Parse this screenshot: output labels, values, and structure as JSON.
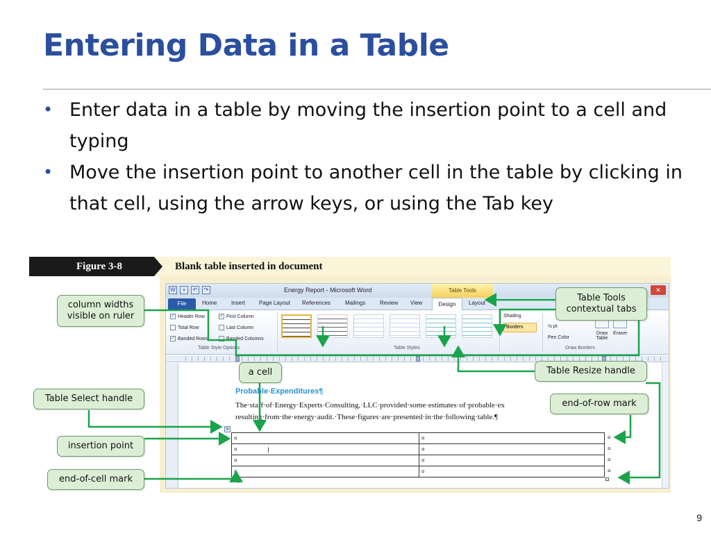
{
  "slide": {
    "title": "Entering Data in a Table",
    "bullets": [
      "Enter data in a table by moving the insertion point to a cell and typing",
      "Move the insertion point to another cell in the table by clicking in that cell, using the arrow keys, or using the Tab key"
    ],
    "page_number": "9"
  },
  "figure": {
    "label": "Figure 3-8",
    "caption": "Blank table inserted in document"
  },
  "word": {
    "window_title": "Energy Report - Microsoft Word",
    "table_tools_label": "Table Tools",
    "tabs": [
      "File",
      "Home",
      "Insert",
      "Page Layout",
      "References",
      "Mailings",
      "Review",
      "View",
      "Design",
      "Layout"
    ],
    "active_tab": "Design",
    "style_options": {
      "header_row": "Header Row",
      "first_column": "First Column",
      "total_row": "Total Row",
      "last_column": "Last Column",
      "banded_rows": "Banded Rows",
      "banded_columns": "Banded Columns",
      "group_label": "Table Style Options"
    },
    "table_styles_label": "Table Styles",
    "shading_label": "Shading",
    "borders_label": "Borders",
    "pen_weight": "½ pt",
    "pen_color_label": "Pen Color",
    "draw_table_label": "Draw Table",
    "eraser_label": "Eraser",
    "draw_borders_label": "Draw Borders",
    "doc_heading": "Probable·Expenditures¶",
    "doc_lines": [
      "The·staff·of·Energy·Experts·Consulting,·LLC·provided·some·estimates·of·probable·ex",
      "resulting·from·the·energy·audit.·These·figures·are·presented·in·the·following·table.¶"
    ],
    "cell_mark": "¤",
    "paragraph_mark": "¶",
    "table_select_symbol": "⊕"
  },
  "callouts": {
    "column_widths": "column widths visible on ruler",
    "table_tools": "Table Tools contextual tabs",
    "a_cell": "a cell",
    "table_resize": "Table Resize handle",
    "table_select": "Table Select handle",
    "end_of_row": "end-of-row mark",
    "insertion_point": "insertion point",
    "end_of_cell": "end-of-cell mark"
  }
}
